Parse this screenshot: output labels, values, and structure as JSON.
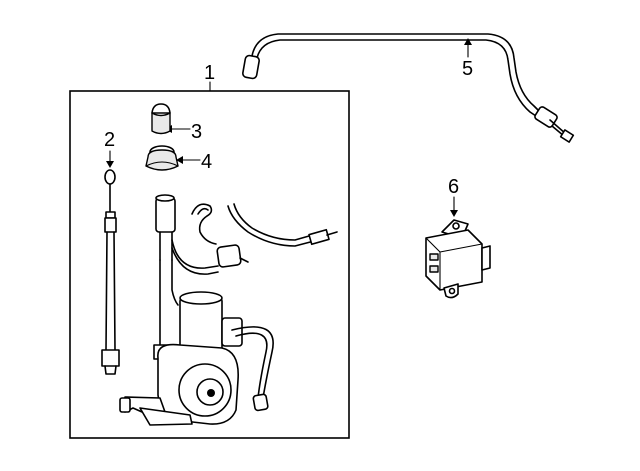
{
  "diagram": {
    "callouts": [
      {
        "id": "c1",
        "label": "1"
      },
      {
        "id": "c2",
        "label": "2"
      },
      {
        "id": "c3",
        "label": "3"
      },
      {
        "id": "c4",
        "label": "4"
      },
      {
        "id": "c5",
        "label": "5"
      },
      {
        "id": "c6",
        "label": "6"
      }
    ],
    "parts": [
      {
        "callout": "1",
        "icon": "power-antenna-assembly-icon"
      },
      {
        "callout": "2",
        "icon": "antenna-mast-icon"
      },
      {
        "callout": "3",
        "icon": "grommet-icon"
      },
      {
        "callout": "4",
        "icon": "bezel-nut-icon"
      },
      {
        "callout": "5",
        "icon": "antenna-cable-icon"
      },
      {
        "callout": "6",
        "icon": "antenna-control-module-icon"
      }
    ],
    "colors": {
      "line": "#000000",
      "background": "#ffffff",
      "shade": "#e9e9e9"
    }
  }
}
